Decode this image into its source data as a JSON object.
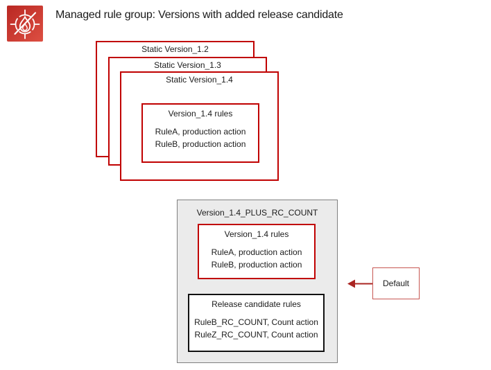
{
  "header": {
    "title": "Managed rule group: Versions with added release candidate",
    "icon": "aws-waf-icon"
  },
  "version_stack": {
    "boxes": [
      {
        "label": "Static Version_1.2"
      },
      {
        "label": "Static Version_1.3"
      },
      {
        "label": "Static Version_1.4"
      }
    ],
    "rules_box": {
      "title": "Version_1.4 rules",
      "rules": [
        "RuleA, production action",
        "RuleB, production action"
      ]
    }
  },
  "rc_group": {
    "title": "Version_1.4_PLUS_RC_COUNT",
    "version_rules_box": {
      "title": "Version_1.4 rules",
      "rules": [
        "RuleA, production action",
        "RuleB, production action"
      ]
    },
    "release_candidate_box": {
      "title": "Release candidate rules",
      "rules": [
        "RuleB_RC_COUNT, Count action",
        "RuleZ_RC_COUNT, Count action"
      ]
    }
  },
  "default_pointer": {
    "label": "Default"
  },
  "colors": {
    "red_border": "#c00000",
    "black_border": "#111111",
    "gray_fill": "#ebebeb",
    "gray_border": "#7f7f7f",
    "default_box_border": "#c65651",
    "arrow_red": "#aa2522",
    "icon_red_dark": "#b92823",
    "icon_red_light": "#dd4f42"
  }
}
